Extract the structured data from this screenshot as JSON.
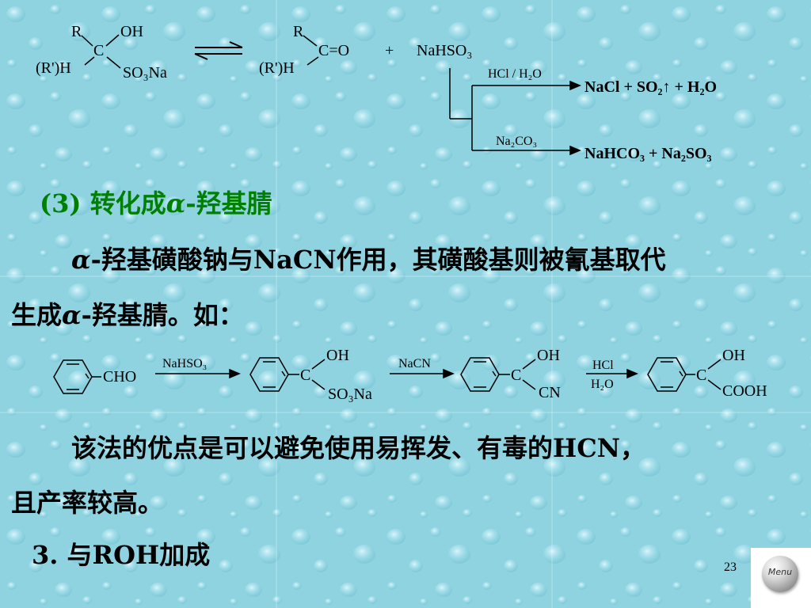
{
  "top_scheme": {
    "left": {
      "r": "R",
      "r_prime": "(R')H",
      "c": "C",
      "oh": "OH",
      "so3na": "SO₃Na"
    },
    "right": {
      "r": "R",
      "r_prime": "(R')H",
      "co": "C=O",
      "plus": "+",
      "nahso3": "NaHSO₃"
    },
    "branch_upper": {
      "reagent": "HCl / H₂O",
      "products": "NaCl  +  SO₂↑  +   H₂O"
    },
    "branch_lower": {
      "reagent": "Na₂CO₃",
      "products": "NaHCO₃  +  Na₂SO₃"
    }
  },
  "section": {
    "heading_num": "(3)",
    "heading_text": "转化成",
    "heading_alpha": "α",
    "heading_rest": "-羟基腈"
  },
  "paragraph1": {
    "alpha": "α",
    "line1": "-羟基磺酸钠与NaCN作用，其磺酸基则被氰基取代",
    "line2_pre": "生成",
    "line2_alpha": "α",
    "line2_post": "-羟基腈。如："
  },
  "reaction_sequence": {
    "start_group": "CHO",
    "arrow1": "NaHSO₃",
    "int1": {
      "c": "C",
      "oh": "OH",
      "so3na": "SO₃Na"
    },
    "arrow2": "NaCN",
    "int2": {
      "c": "C",
      "oh": "OH",
      "cn": "CN"
    },
    "arrow3_top": "HCl",
    "arrow3_bottom": "H₂O",
    "product": {
      "c": "C",
      "oh": "OH",
      "cooh": "COOH"
    }
  },
  "paragraph2": {
    "line1": "该法的优点是可以避免使用易挥发、有毒的HCN，",
    "line2": "且产率较高。"
  },
  "section3": {
    "label": "3. 与ROH加成"
  },
  "footer": {
    "page_number": "23",
    "menu_label": "Menu"
  },
  "colors": {
    "heading": "#008000",
    "background": "#8fd3e0",
    "text": "#000000"
  }
}
